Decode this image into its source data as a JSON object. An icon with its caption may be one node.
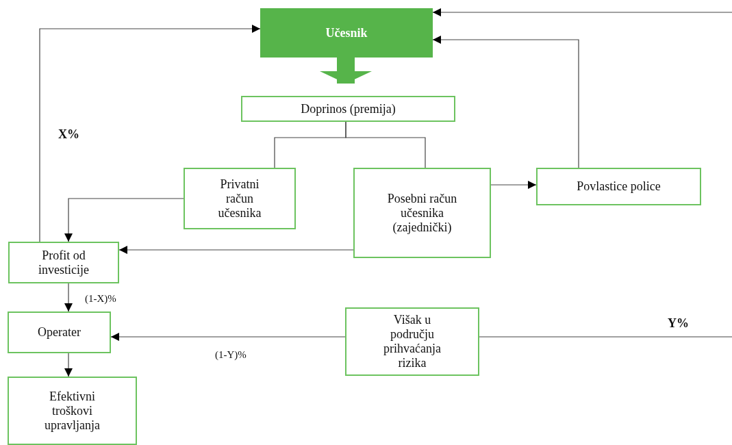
{
  "diagram": {
    "nodes": [
      {
        "text": [
          "Učesnik"
        ]
      },
      {
        "text": [
          "Doprinos (premija)"
        ]
      },
      {
        "text": [
          "Privatni račun učesnika"
        ]
      },
      {
        "text": [
          "Posebni račun učesnika (zajednički)"
        ]
      },
      {
        "text": [
          "Povlastice police"
        ]
      },
      {
        "text": [
          "Profit od investicije"
        ]
      },
      {
        "text": [
          "Operater"
        ]
      },
      {
        "text": [
          "Višak u području prihvaćanja rizika"
        ]
      },
      {
        "text": [
          "Efektivni troškovi upravljanja"
        ]
      }
    ],
    "edges": [
      {
        "from": 0,
        "to": 1,
        "arrow": "to",
        "style": "thick",
        "color": "#56b44a"
      },
      {
        "from": 1,
        "to": 2,
        "arrow": "none"
      },
      {
        "from": 1,
        "to": 3,
        "arrow": "none"
      },
      {
        "from": 2,
        "to": 5,
        "arrow": "to"
      },
      {
        "from": 3,
        "to": 5,
        "arrow": "to"
      },
      {
        "from": 3,
        "to": 4,
        "arrow": "to"
      },
      {
        "from": 4,
        "to": 0,
        "arrow": "to"
      },
      {
        "from": null,
        "to": 0,
        "arrow": "to"
      },
      {
        "from": 5,
        "to": 0,
        "arrow": "to",
        "label": "X%"
      },
      {
        "from": 5,
        "to": 6,
        "arrow": "to",
        "label": "(1-X)%"
      },
      {
        "from": 7,
        "to": 6,
        "arrow": "to",
        "label": "(1-Y)%"
      },
      {
        "from": 7,
        "to": null,
        "arrow": "none",
        "label": "Y%"
      },
      {
        "from": 6,
        "to": 8,
        "arrow": "to"
      }
    ]
  }
}
